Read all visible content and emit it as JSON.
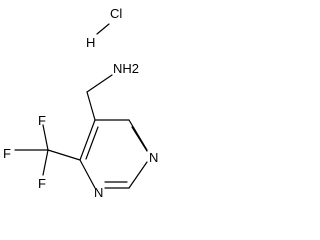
{
  "structure": {
    "salt": {
      "chlorine": "Cl",
      "hydrogen": "H"
    },
    "amine": "NH2",
    "ring_nitrogen_right": "N",
    "ring_nitrogen_bottom": "N",
    "fluorine_top": "F",
    "fluorine_left": "F",
    "fluorine_bottom": "F"
  }
}
